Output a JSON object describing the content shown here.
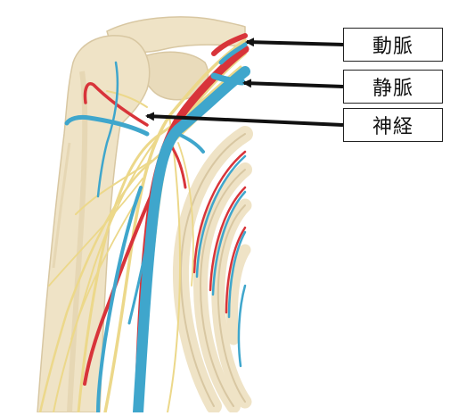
{
  "labels": {
    "artery": "動脈",
    "vein": "静脈",
    "nerve": "神経"
  },
  "colors": {
    "artery": "#d8343a",
    "vein": "#3fa6cc",
    "nerve": "#ecd88a",
    "bone": "#efe3c6",
    "bone_shade": "#d8c7a2",
    "arrow": "#111111"
  }
}
